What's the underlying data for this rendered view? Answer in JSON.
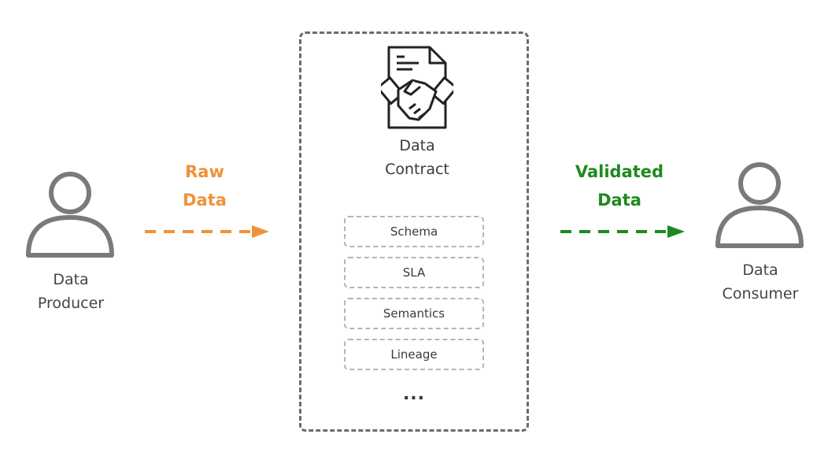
{
  "producer": {
    "label": "Data\nProducer"
  },
  "consumer": {
    "label": "Data\nConsumer"
  },
  "raw_flow": {
    "label": "Raw\nData",
    "color": "#f0923a"
  },
  "validated_flow": {
    "label": "Validated\nData",
    "color": "#1e8a1e"
  },
  "contract": {
    "title": "Data\nContract",
    "items": [
      "Schema",
      "SLA",
      "Semantics",
      "Lineage"
    ],
    "more": "..."
  },
  "icons": {
    "producer": "user-icon",
    "consumer": "user-icon",
    "contract": "contract-handshake-icon"
  }
}
